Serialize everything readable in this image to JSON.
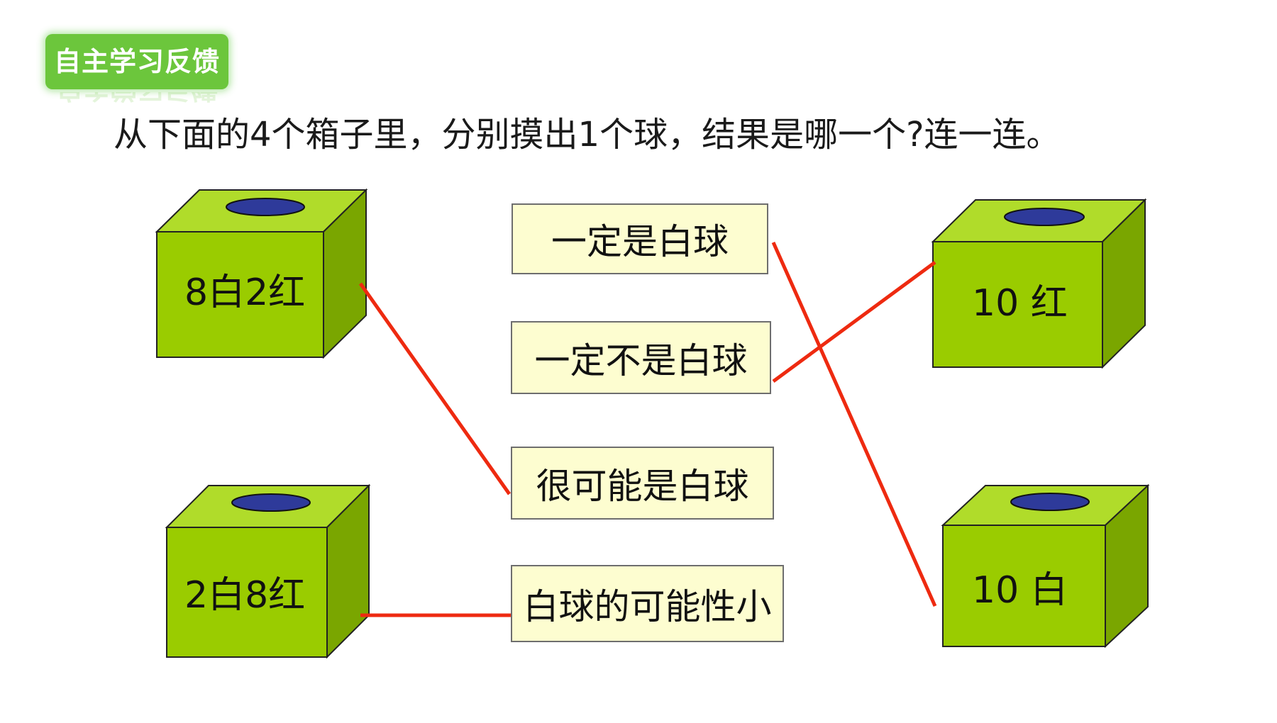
{
  "header": {
    "badge_label": "自主学习反馈",
    "instruction": "从下面的4个箱子里，分别摸出1个球，结果是哪一个?连一连。"
  },
  "boxes": [
    {
      "id": "box-8w2r",
      "label": "8白2红"
    },
    {
      "id": "box-2w8r",
      "label": "2白8红"
    },
    {
      "id": "box-10r",
      "label": "10 红"
    },
    {
      "id": "box-10w",
      "label": "10 白"
    }
  ],
  "choices": [
    {
      "id": "certain-white",
      "label": "一定是白球"
    },
    {
      "id": "certain-not-white",
      "label": "一定不是白球"
    },
    {
      "id": "likely-white",
      "label": "很可能是白球"
    },
    {
      "id": "unlikely-white",
      "label": "白球的可能性小"
    }
  ],
  "connections": [
    {
      "from": "8白2红",
      "to": "很可能是白球"
    },
    {
      "from": "2白8红",
      "to": "白球的可能性小"
    },
    {
      "from": "10 红",
      "to": "一定不是白球"
    },
    {
      "from": "10 白",
      "to": "一定是白球"
    }
  ],
  "colors": {
    "box_front": "#9acc00",
    "box_top": "#b0dc2a",
    "box_side": "#7aa600",
    "box_hole": "#2e3a9a",
    "connector": "#ee2a10",
    "badge": "#6cc63c",
    "choice_fill": "#fdfdd0"
  }
}
